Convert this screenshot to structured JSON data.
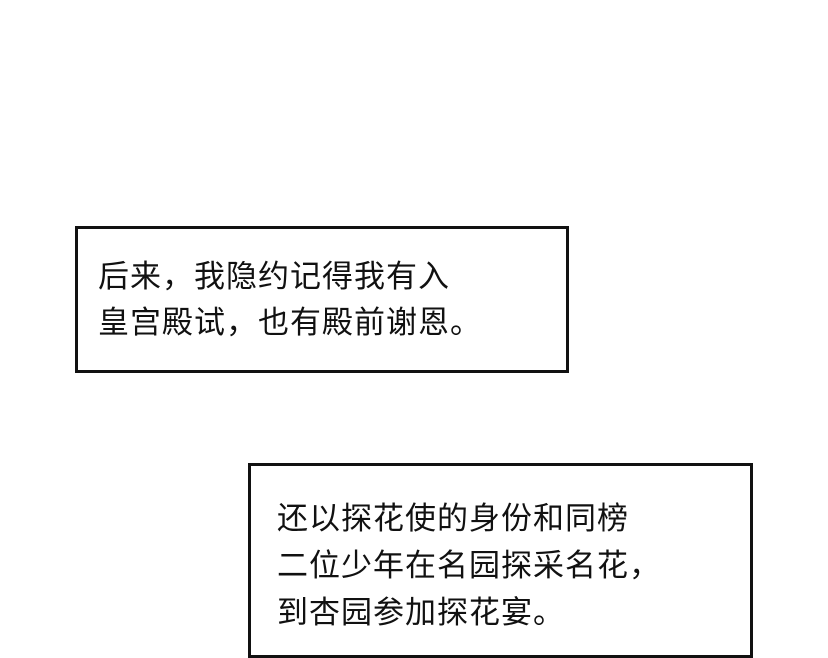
{
  "captions": [
    {
      "lines": [
        "后来，我隐约记得我有入",
        "皇宫殿试，也有殿前谢恩。"
      ]
    },
    {
      "lines": [
        "还以探花使的身份和同榜",
        "二位少年在名园探采名花，",
        "到杏园参加探花宴。"
      ]
    }
  ]
}
